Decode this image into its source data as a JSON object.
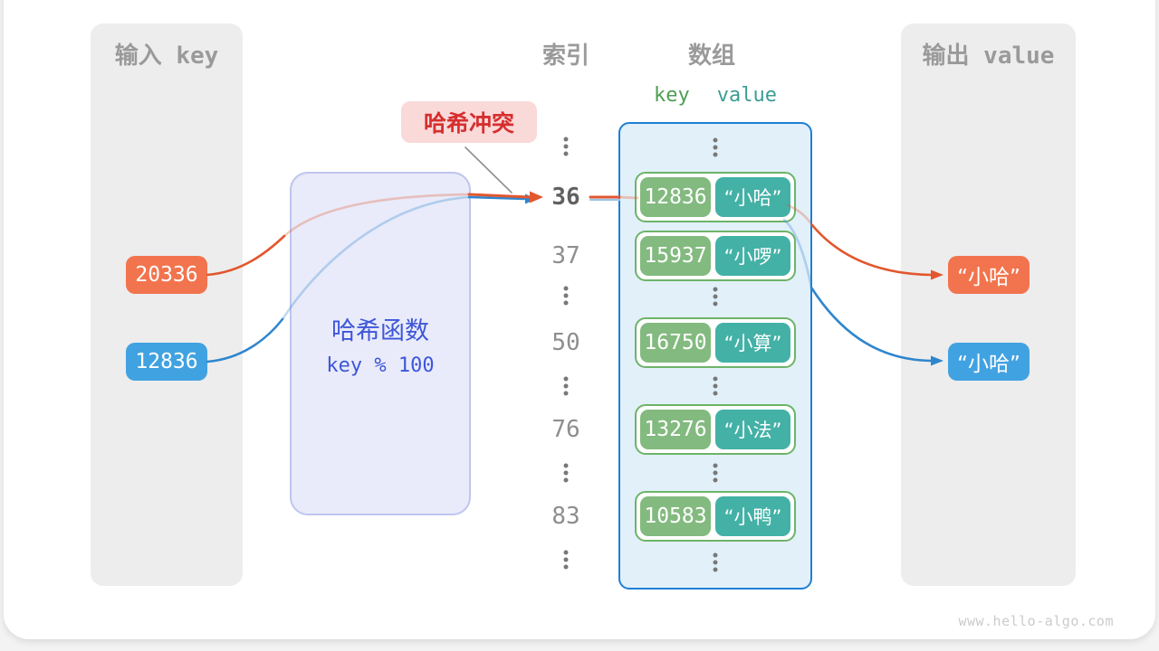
{
  "page": {
    "watermark": "www.hello-algo.com"
  },
  "left_panel": {
    "title": "输入 key",
    "keys": [
      {
        "text": "20336",
        "color": "#F2744E"
      },
      {
        "text": "12836",
        "color": "#41A2E1"
      }
    ]
  },
  "hash_box": {
    "title": "哈希函数",
    "formula": "key % 100"
  },
  "collision_badge": {
    "label": "哈希冲突"
  },
  "index_column": {
    "header": "索引",
    "cells": [
      {
        "type": "dots"
      },
      {
        "type": "num",
        "text": "36",
        "highlight": true
      },
      {
        "type": "num",
        "text": "37"
      },
      {
        "type": "dots"
      },
      {
        "type": "num",
        "text": "50"
      },
      {
        "type": "dots"
      },
      {
        "type": "num",
        "text": "76"
      },
      {
        "type": "dots"
      },
      {
        "type": "num",
        "text": "83"
      },
      {
        "type": "dots"
      }
    ]
  },
  "array_column": {
    "header": "数组",
    "key_label": "key",
    "value_label": "value",
    "rows": [
      {
        "type": "dots"
      },
      {
        "type": "pair",
        "key": "12836",
        "value": "“小哈”"
      },
      {
        "type": "pair",
        "key": "15937",
        "value": "“小啰”"
      },
      {
        "type": "dots"
      },
      {
        "type": "pair",
        "key": "16750",
        "value": "“小算”"
      },
      {
        "type": "dots"
      },
      {
        "type": "pair",
        "key": "13276",
        "value": "“小法”"
      },
      {
        "type": "dots"
      },
      {
        "type": "pair",
        "key": "10583",
        "value": "“小鸭”"
      },
      {
        "type": "dots"
      }
    ]
  },
  "right_panel": {
    "title": "输出 value",
    "values": [
      {
        "text": "“小哈”",
        "color": "#F2744E"
      },
      {
        "text": "“小哈”",
        "color": "#41A2E1"
      }
    ]
  },
  "colors": {
    "orange": "#F2744E",
    "blue": "#41A2E1",
    "orange_line": "#E2572F",
    "blue_line": "#2F86CE",
    "key_green": "#83BA7F",
    "value_teal": "#43B1A6",
    "array_border": "#1F7FD6",
    "hash_text": "#3E56D8",
    "badge_red": "#D62F2F"
  }
}
